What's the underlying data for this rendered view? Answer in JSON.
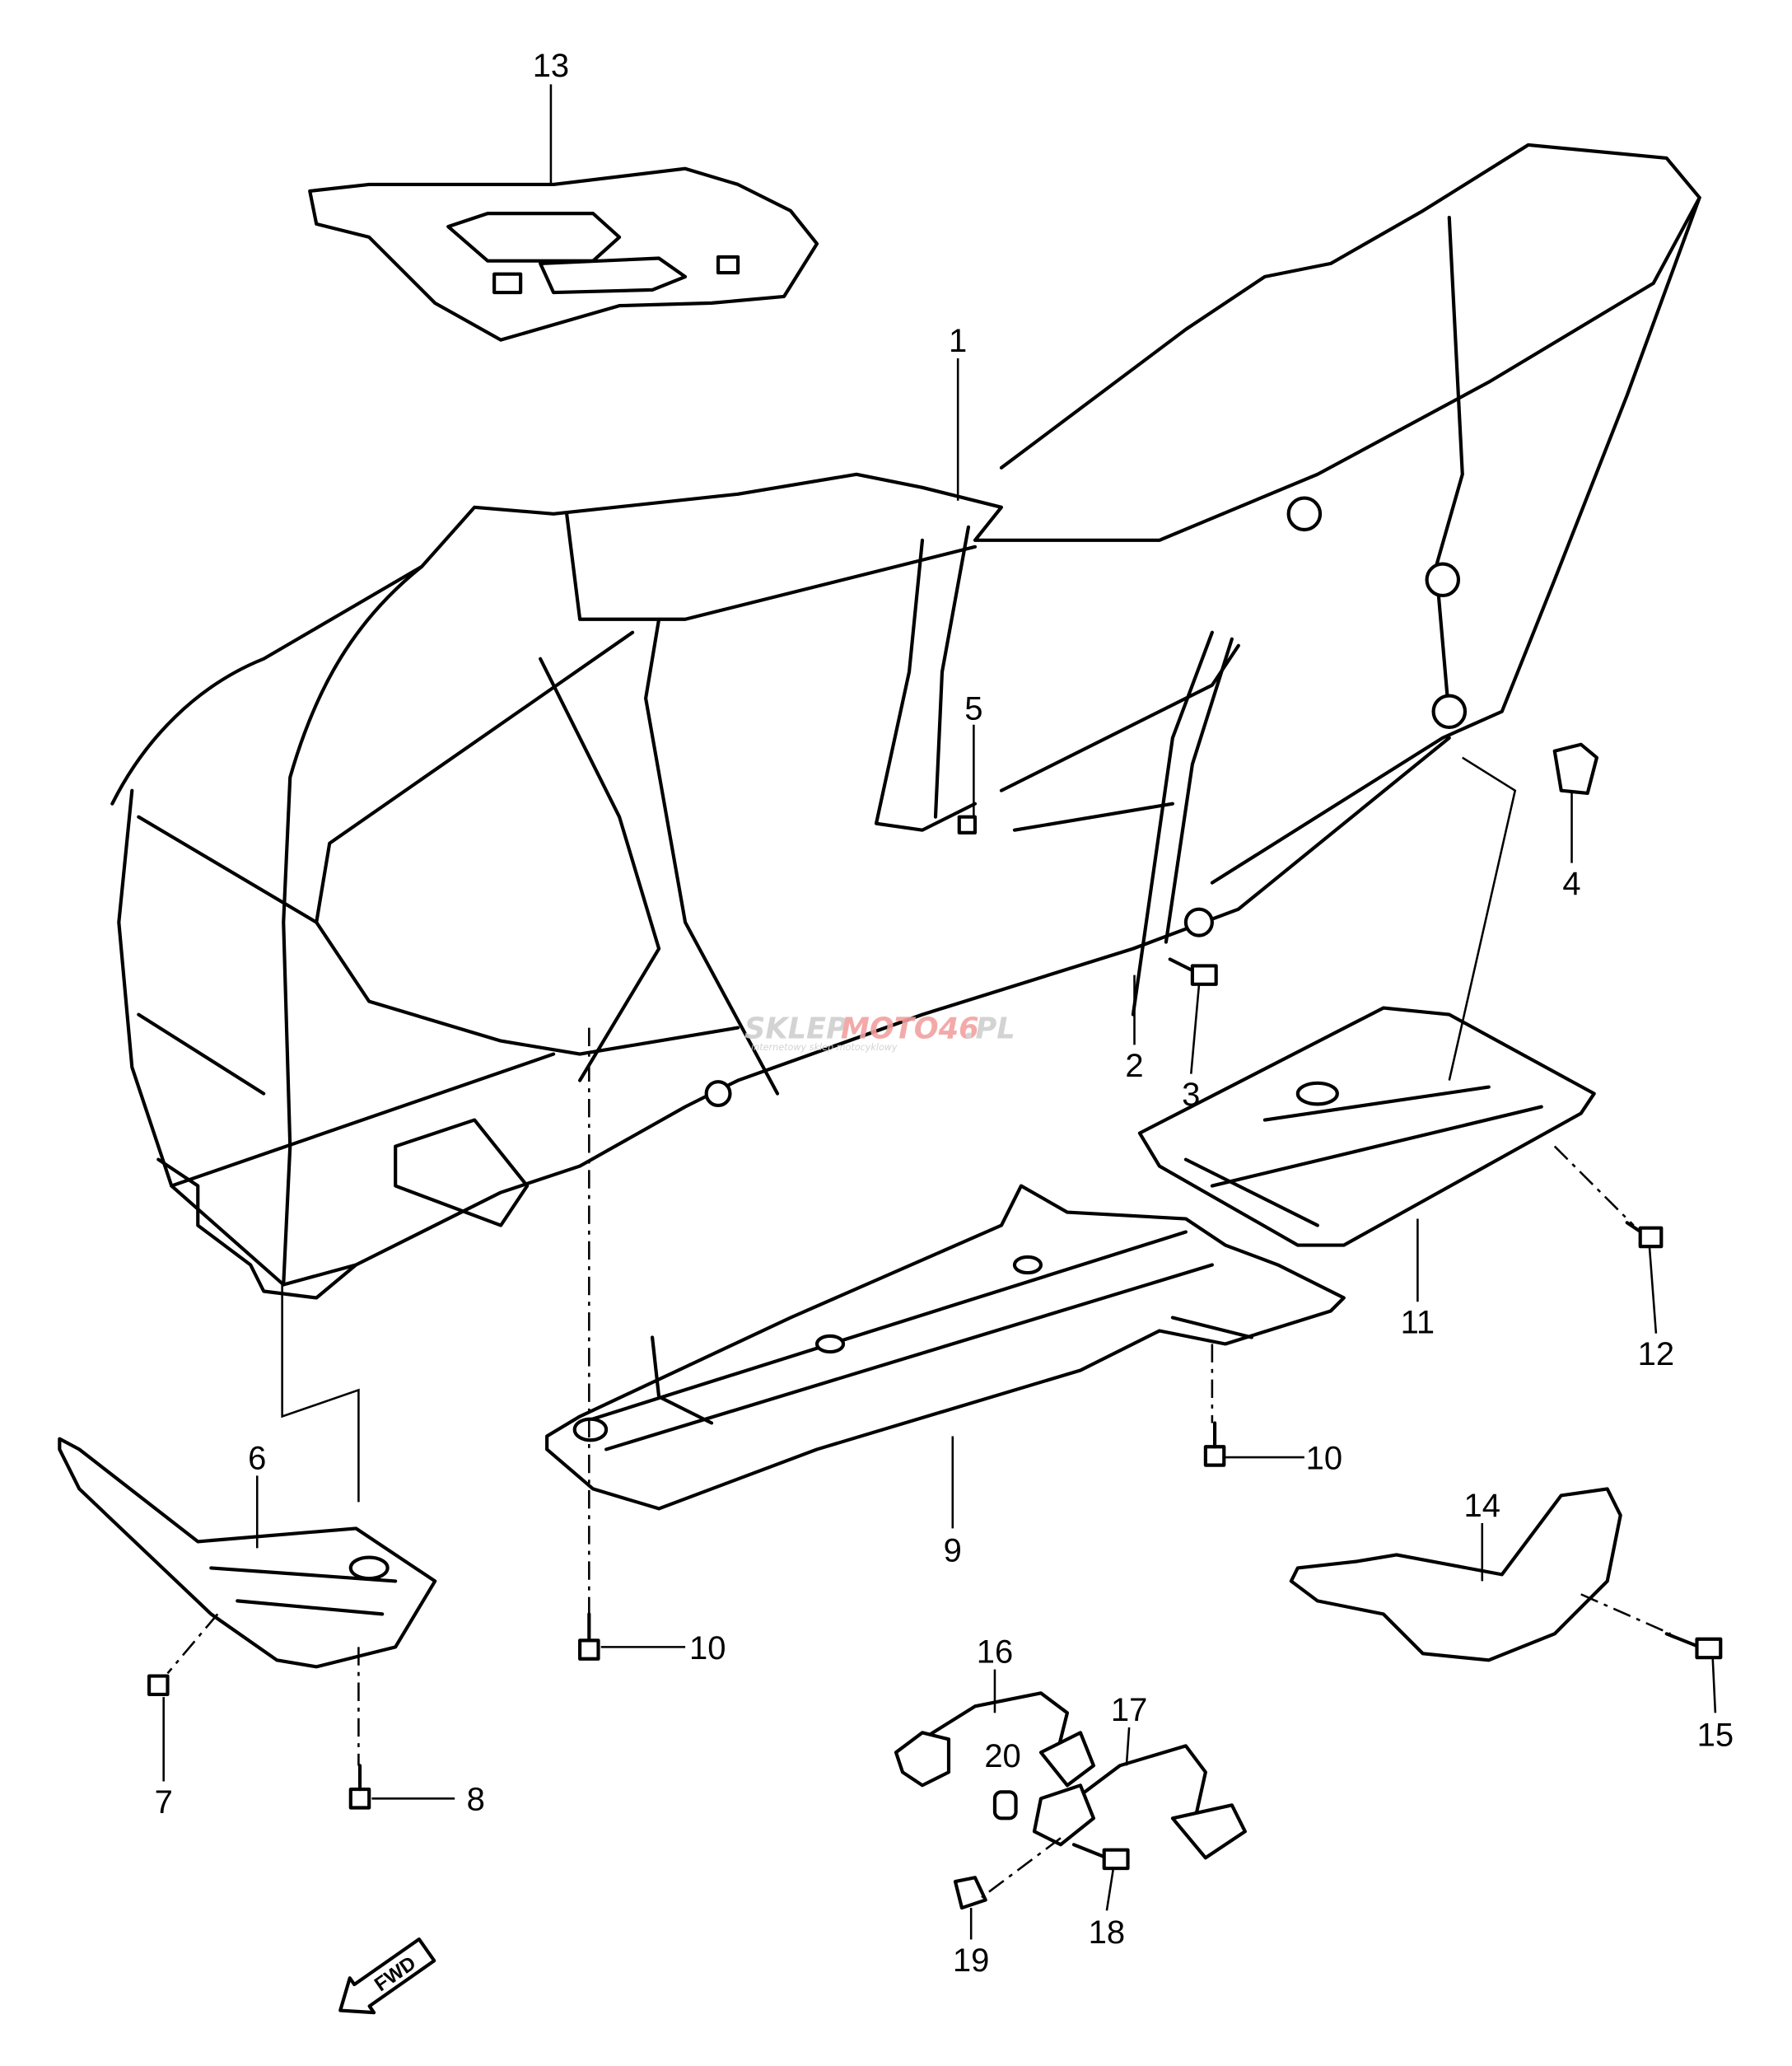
{
  "diagram": {
    "callouts": [
      {
        "id": "1",
        "label": "1"
      },
      {
        "id": "2",
        "label": "2"
      },
      {
        "id": "3",
        "label": "3"
      },
      {
        "id": "4",
        "label": "4"
      },
      {
        "id": "5",
        "label": "5"
      },
      {
        "id": "6",
        "label": "6"
      },
      {
        "id": "7",
        "label": "7"
      },
      {
        "id": "8",
        "label": "8"
      },
      {
        "id": "9",
        "label": "9"
      },
      {
        "id": "10a",
        "label": "10"
      },
      {
        "id": "10b",
        "label": "10"
      },
      {
        "id": "11",
        "label": "11"
      },
      {
        "id": "12",
        "label": "12"
      },
      {
        "id": "13",
        "label": "13"
      },
      {
        "id": "14",
        "label": "14"
      },
      {
        "id": "15",
        "label": "15"
      },
      {
        "id": "16",
        "label": "16"
      },
      {
        "id": "17",
        "label": "17"
      },
      {
        "id": "18",
        "label": "18"
      },
      {
        "id": "19",
        "label": "19"
      },
      {
        "id": "20",
        "label": "20"
      }
    ],
    "direction_arrow": "FWD",
    "watermark": {
      "brand_left": "SKLEP",
      "brand_right": "MOTO46",
      ".pl": ".PL",
      "tagline": "internetowy sklep motocyklowy"
    },
    "colors": {
      "line": "#000000",
      "background": "#ffffff",
      "watermark_grey": "#cfcfcf",
      "watermark_red": "#f3a0a0"
    }
  }
}
